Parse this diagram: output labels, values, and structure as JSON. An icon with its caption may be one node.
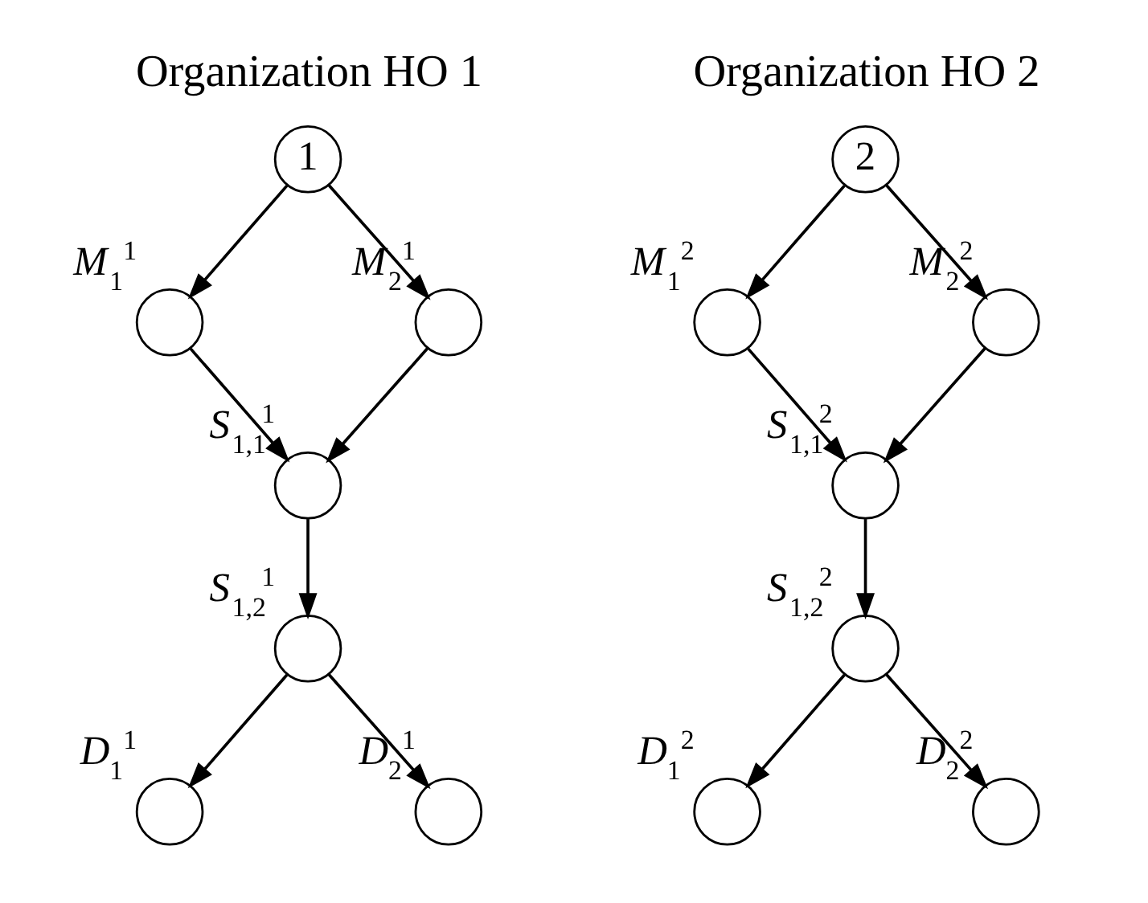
{
  "diagram": {
    "nodes": [
      {
        "text": [
          "1"
        ]
      },
      {
        "text": [],
        "shape": "circle",
        "beside": [
          "M$_{1}$$^{1}$"
        ]
      },
      {
        "text": [],
        "shape": "circle",
        "beside": [
          "M$_{2}$$^{1}$"
        ]
      },
      {
        "text": [],
        "shape": "circle",
        "beside": [
          "S$_{1,1}$$^{1}$"
        ]
      },
      {
        "text": [],
        "shape": "circle",
        "beside": [
          "S$_{1,2}$$^{1}$"
        ]
      },
      {
        "text": [],
        "shape": "circle",
        "beside": [
          "D$_{1}$$^{1}$"
        ]
      },
      {
        "text": [],
        "shape": "circle",
        "beside": [
          "D$_{2}$$^{1}$"
        ]
      },
      {
        "text": [
          "2"
        ]
      },
      {
        "text": [],
        "shape": "circle",
        "beside": [
          "M$_{1}$$^{2}$"
        ]
      },
      {
        "text": [],
        "shape": "circle",
        "beside": [
          "M$_{2}$$^{2}$"
        ]
      },
      {
        "text": [],
        "shape": "circle",
        "beside": [
          "S$_{1,1}$$^{2}$"
        ]
      },
      {
        "text": [],
        "shape": "circle",
        "beside": [
          "S$_{1,2}$$^{2}$"
        ]
      },
      {
        "text": [],
        "shape": "circle",
        "beside": [
          "D$_{1}$$^{2}$"
        ]
      },
      {
        "text": [],
        "shape": "circle",
        "beside": [
          "D$_{2}$$^{2}$"
        ]
      }
    ],
    "edges": [
      {
        "from": 0,
        "to": 1,
        "arrow": "to"
      },
      {
        "from": 0,
        "to": 2,
        "arrow": "to"
      },
      {
        "from": 1,
        "to": 3,
        "arrow": "to"
      },
      {
        "from": 2,
        "to": 3,
        "arrow": "to"
      },
      {
        "from": 3,
        "to": 4,
        "arrow": "to"
      },
      {
        "from": 4,
        "to": 5,
        "arrow": "to"
      },
      {
        "from": 4,
        "to": 6,
        "arrow": "to"
      },
      {
        "from": 7,
        "to": 8,
        "arrow": "to"
      },
      {
        "from": 7,
        "to": 9,
        "arrow": "to"
      },
      {
        "from": 8,
        "to": 10,
        "arrow": "to"
      },
      {
        "from": 9,
        "to": 10,
        "arrow": "to"
      },
      {
        "from": 10,
        "to": 11,
        "arrow": "to"
      },
      {
        "from": 11,
        "to": 12,
        "arrow": "to"
      },
      {
        "from": 11,
        "to": 13,
        "arrow": "to"
      }
    ],
    "labels": [
      "Organization HO 1",
      "Organization HO 2"
    ]
  }
}
